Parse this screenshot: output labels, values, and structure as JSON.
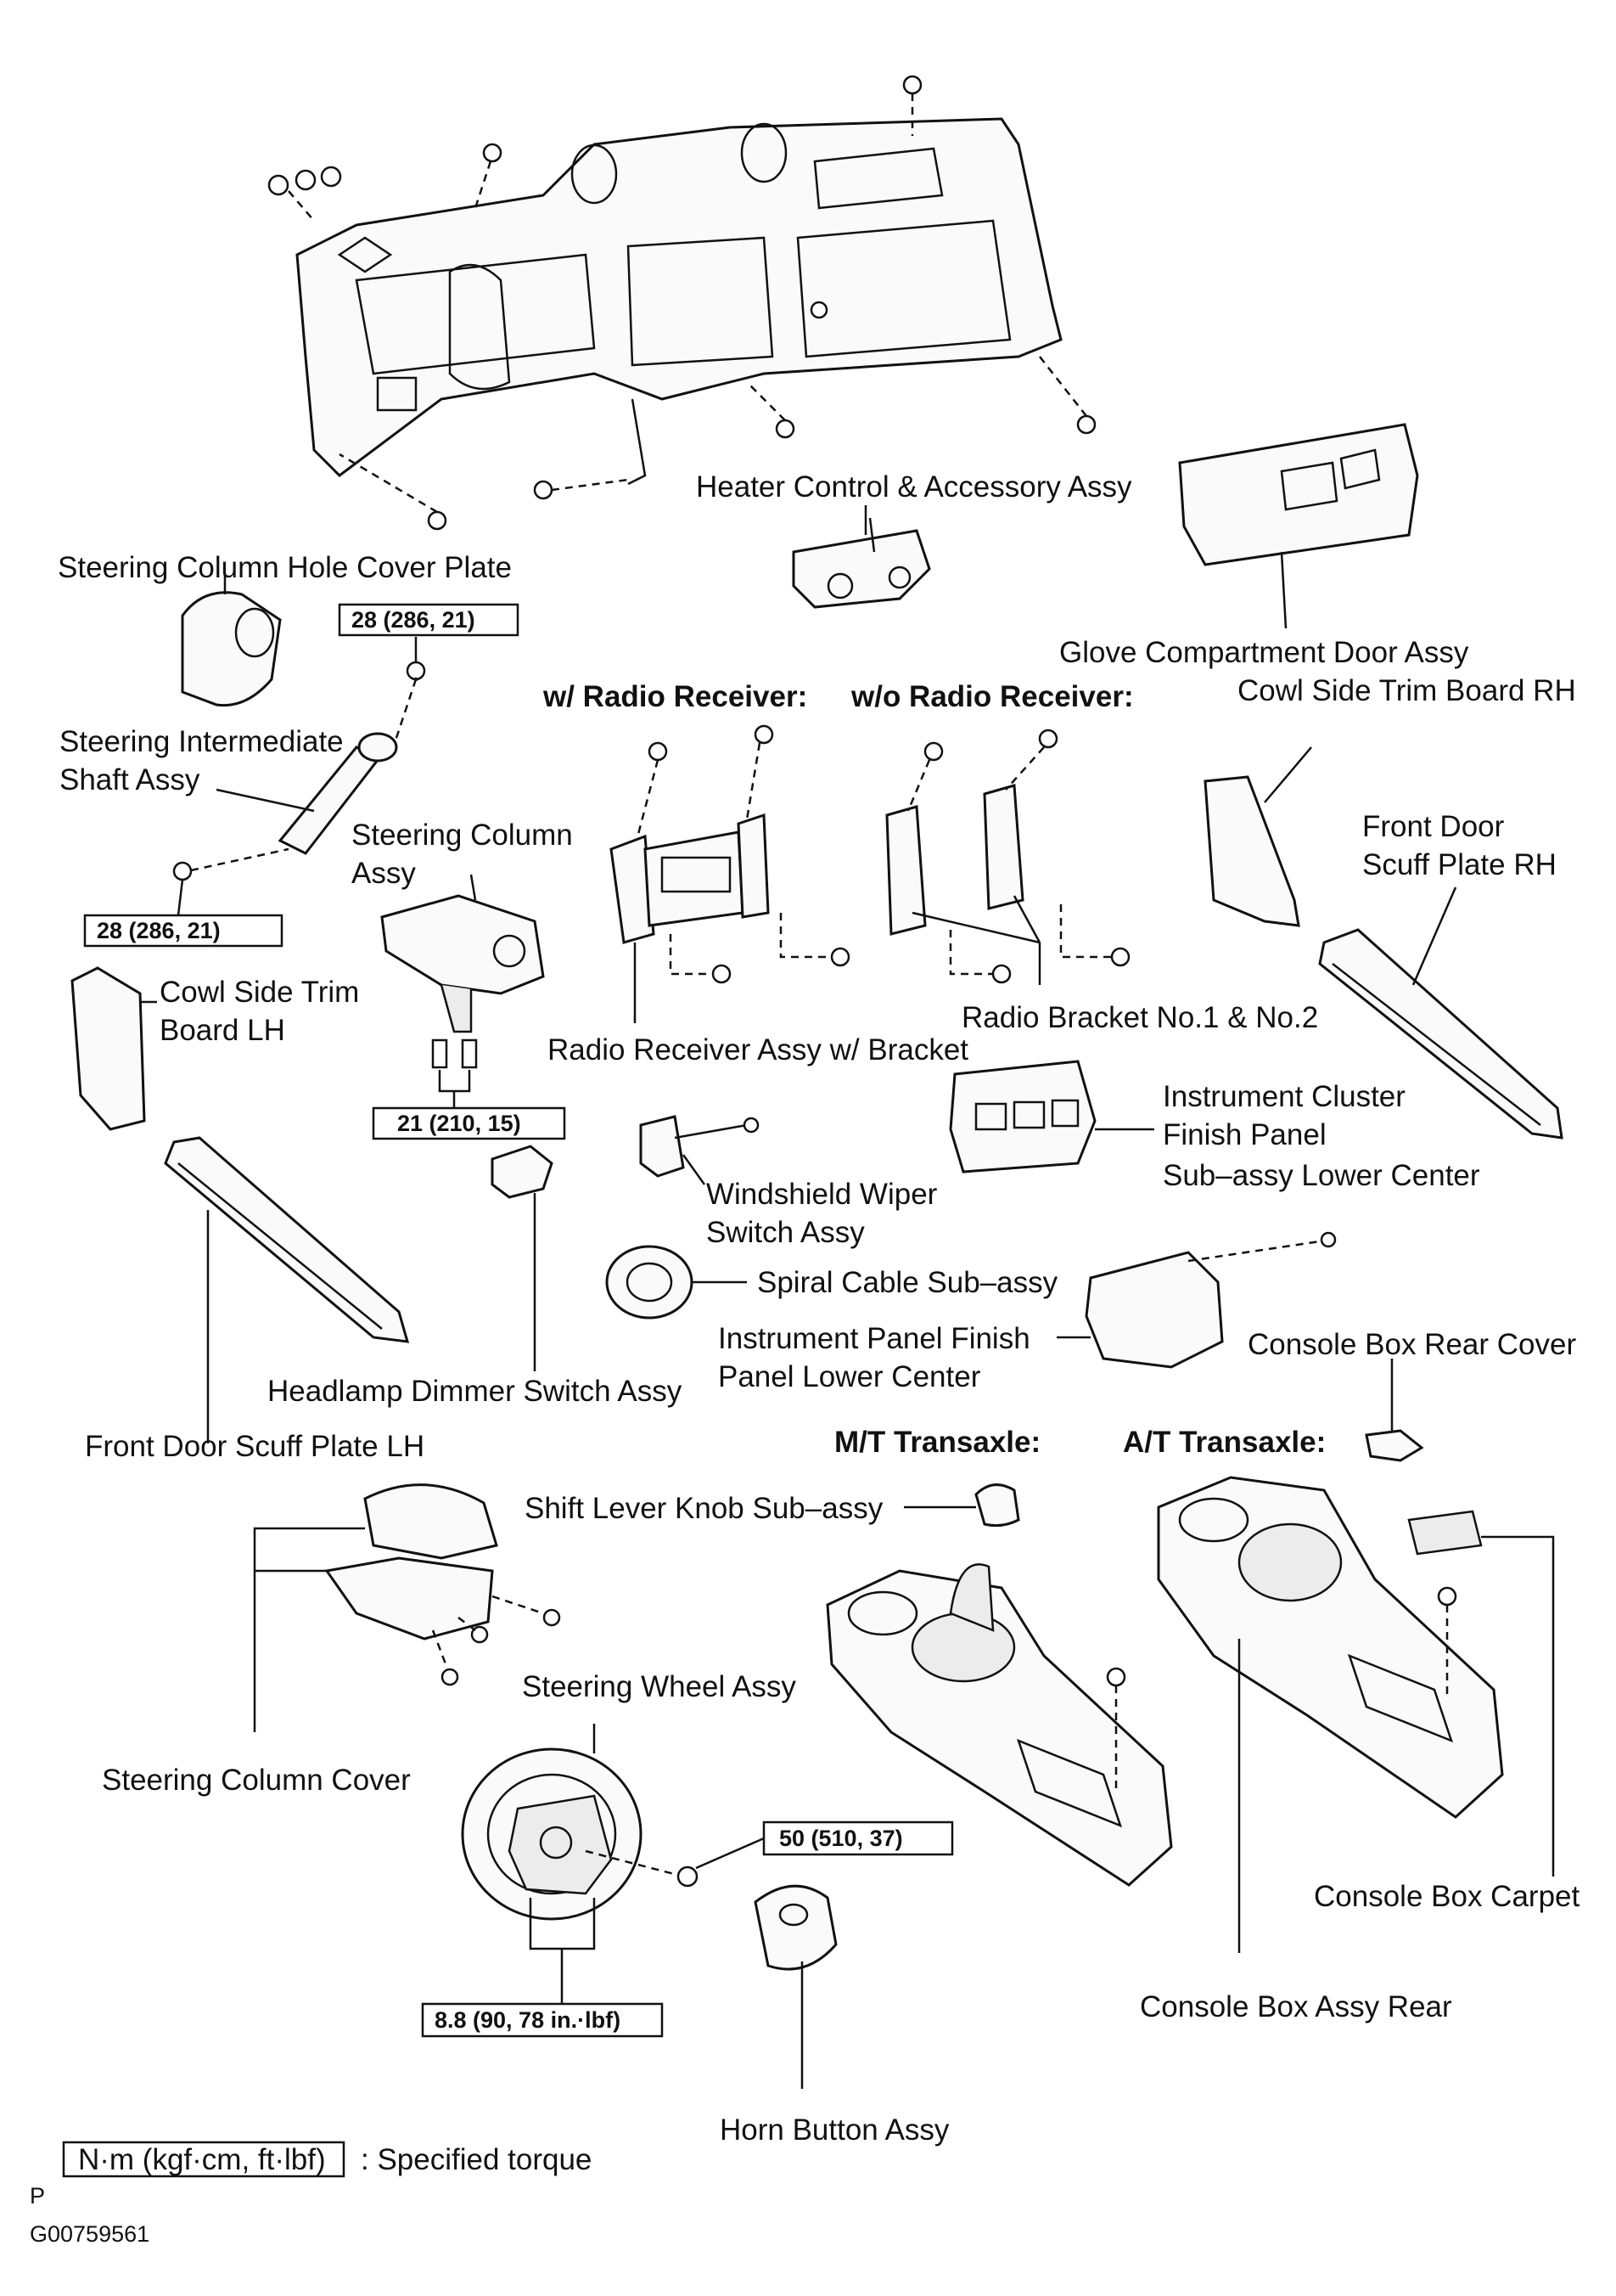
{
  "labels": {
    "heater_control": "Heater Control & Accessory Assy",
    "steering_column_hole_cover": "Steering Column Hole Cover Plate",
    "glove_compartment_door": "Glove Compartment Door Assy",
    "cowl_side_trim_rh": "Cowl Side Trim Board RH",
    "steering_intermediate_shaft_1": "Steering Intermediate",
    "steering_intermediate_shaft_2": "Shaft Assy",
    "steering_column_1": "Steering Column",
    "steering_column_2": "Assy",
    "front_door_scuff_rh_1": "Front Door",
    "front_door_scuff_rh_2": "Scuff Plate RH",
    "cowl_side_trim_lh_1": "Cowl Side Trim",
    "cowl_side_trim_lh_2": "Board LH",
    "radio_bracket": "Radio Bracket No.1 & No.2",
    "radio_receiver_assy": "Radio Receiver Assy w/ Bracket",
    "instrument_cluster_1": "Instrument Cluster",
    "instrument_cluster_2": "Finish Panel",
    "instrument_cluster_3": "Sub–assy Lower Center",
    "wiper_switch_1": "Windshield Wiper",
    "wiper_switch_2": "Switch Assy",
    "spiral_cable": "Spiral Cable Sub–assy",
    "ip_finish_panel_1": "Instrument Panel Finish",
    "ip_finish_panel_2": "Panel Lower Center",
    "console_box_rear_cover": "Console Box Rear Cover",
    "headlamp_dimmer": "Headlamp Dimmer Switch Assy",
    "front_door_scuff_lh": "Front Door Scuff Plate LH",
    "shift_lever_knob": "Shift Lever Knob Sub–assy",
    "steering_wheel": "Steering Wheel Assy",
    "steering_column_cover": "Steering Column Cover",
    "console_box_carpet": "Console Box Carpet",
    "console_box_assy_rear": "Console Box Assy Rear",
    "horn_button": "Horn Button Assy"
  },
  "headers": {
    "with_radio": "w/ Radio Receiver:",
    "without_radio": "w/o Radio Receiver:",
    "mt_transaxle": "M/T Transaxle:",
    "at_transaxle": "A/T Transaxle:"
  },
  "torque": {
    "t1": "28 (286, 21)",
    "t2": "28 (286, 21)",
    "t3": "21 (210, 15)",
    "t4": "50 (510, 37)",
    "t5": "8.8 (90, 78 in.·lbf)"
  },
  "legend": {
    "unit_box": "N·m (kgf·cm, ft·lbf)",
    "description": ": Specified torque"
  },
  "footer": {
    "letter": "P",
    "figure_id": "G00759561"
  }
}
